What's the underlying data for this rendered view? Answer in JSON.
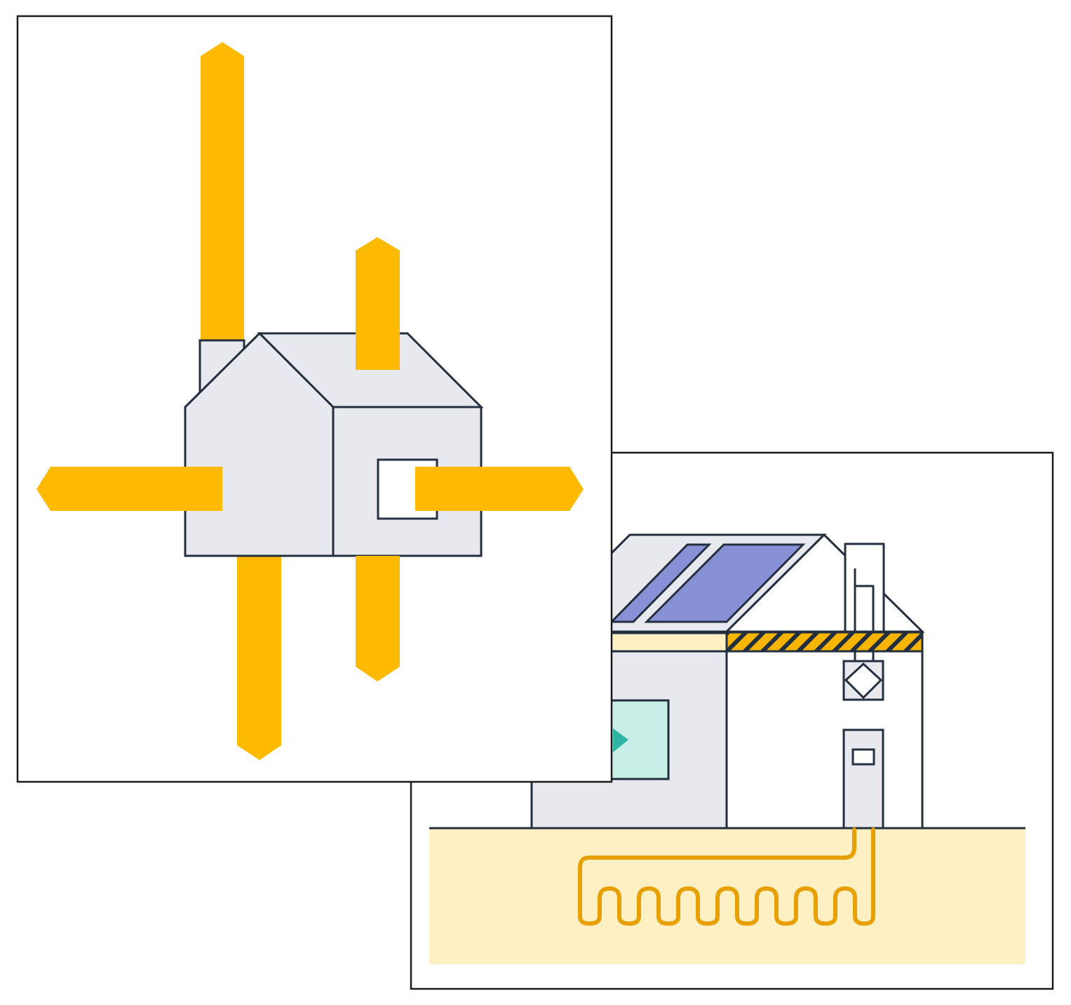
{
  "colors": {
    "background": "#ffffff",
    "frame": "#1a1a1a",
    "heat_arrow": "#FDBA00",
    "house_wall": "#E8E9EE",
    "house_outline": "#232F3E",
    "solar_panel": "#8890D6",
    "insulation_stripe": "#F7B500",
    "attic": "#FFF0C4",
    "ground": "#FFF0C4",
    "ground_pipe": "#E8A000",
    "window_glass": "#C8EEE8",
    "window_arrow": "#2FB5A5"
  },
  "scenes": {
    "heat_loss_card": {
      "icon": "house-heat-loss-icon",
      "arrow_count": 6
    },
    "efficient_home_card": {
      "icon": "energy-efficient-house-icon",
      "solar_panel_count": 2,
      "ground_loop_bends": 7
    }
  }
}
